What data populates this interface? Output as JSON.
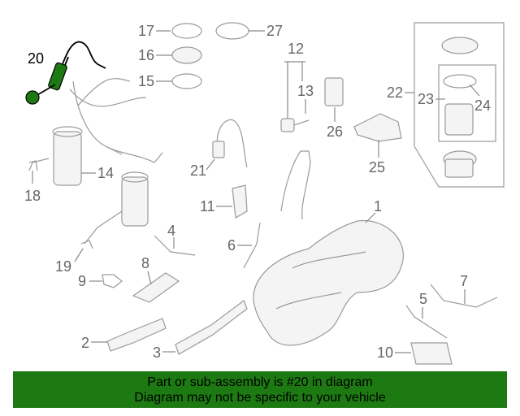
{
  "diagram": {
    "highlight_part": "20",
    "highlight_color": "#1d7a12",
    "callouts": [
      "1",
      "2",
      "3",
      "4",
      "5",
      "6",
      "7",
      "8",
      "9",
      "10",
      "11",
      "12",
      "13",
      "14",
      "15",
      "16",
      "17",
      "18",
      "19",
      "20",
      "21",
      "22",
      "23",
      "24",
      "25",
      "26",
      "27"
    ]
  },
  "banner": {
    "line1": "Part or sub-assembly is #20 in diagram",
    "line2": "Diagram may not be specific to your vehicle",
    "color": "#1d7a12"
  }
}
